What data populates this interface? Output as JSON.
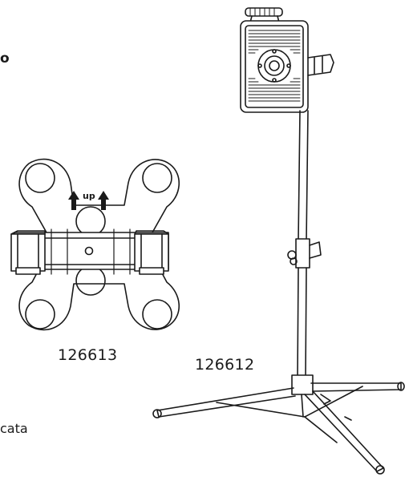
{
  "labels": {
    "bracket_code": "126613",
    "stand_code": "126612",
    "up_marker": "up"
  },
  "cropped_text": {
    "top_left": "o",
    "bottom_left": "cata"
  },
  "colors": {
    "ink": "#1a1a1a",
    "background": "#ffffff"
  },
  "icons": {
    "up_arrows": "up-arrow-icon"
  }
}
